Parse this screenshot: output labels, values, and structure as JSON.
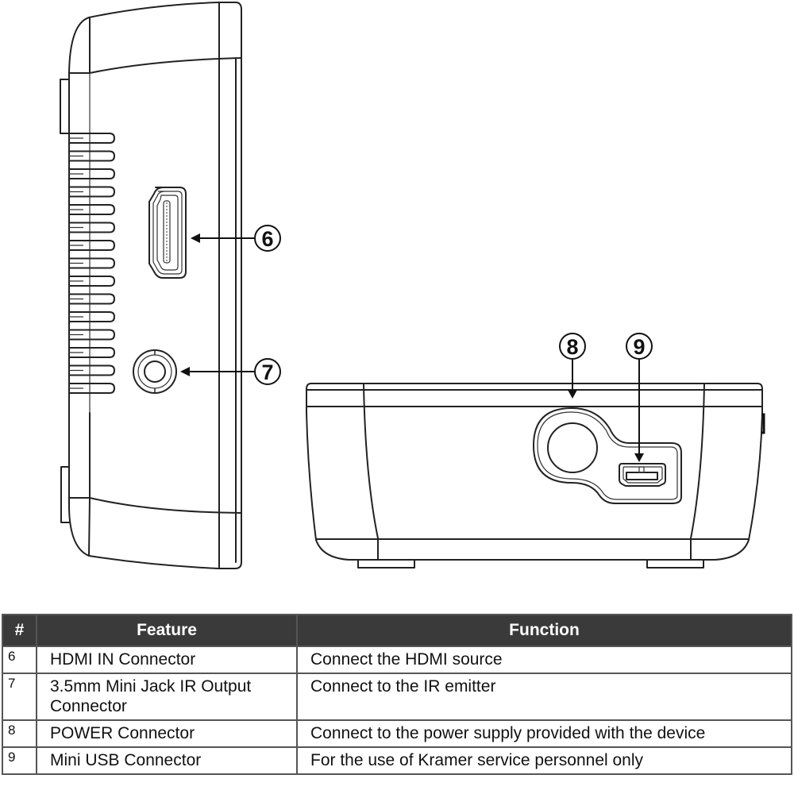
{
  "callouts": [
    {
      "id": "6",
      "label": "6",
      "target": "HDMI IN connector"
    },
    {
      "id": "7",
      "label": "7",
      "target": "3.5mm mini jack IR output"
    },
    {
      "id": "8",
      "label": "8",
      "target": "POWER connector"
    },
    {
      "id": "9",
      "label": "9",
      "target": "Mini USB connector"
    }
  ],
  "table": {
    "headers": {
      "num": "#",
      "feature": "Feature",
      "function": "Function"
    },
    "header_bg": "#3a3a3a",
    "rows": [
      {
        "num": "6",
        "feature": "HDMI IN Connector",
        "function": "Connect the HDMI source"
      },
      {
        "num": "7",
        "feature": "3.5mm Mini Jack IR Output Connector",
        "function": "Connect to the IR emitter"
      },
      {
        "num": "8",
        "feature": "POWER Connector",
        "function": "Connect to the power supply provided with the device"
      },
      {
        "num": "9",
        "feature": "Mini USB Connector",
        "function": "For the use of Kramer service personnel only"
      }
    ]
  }
}
